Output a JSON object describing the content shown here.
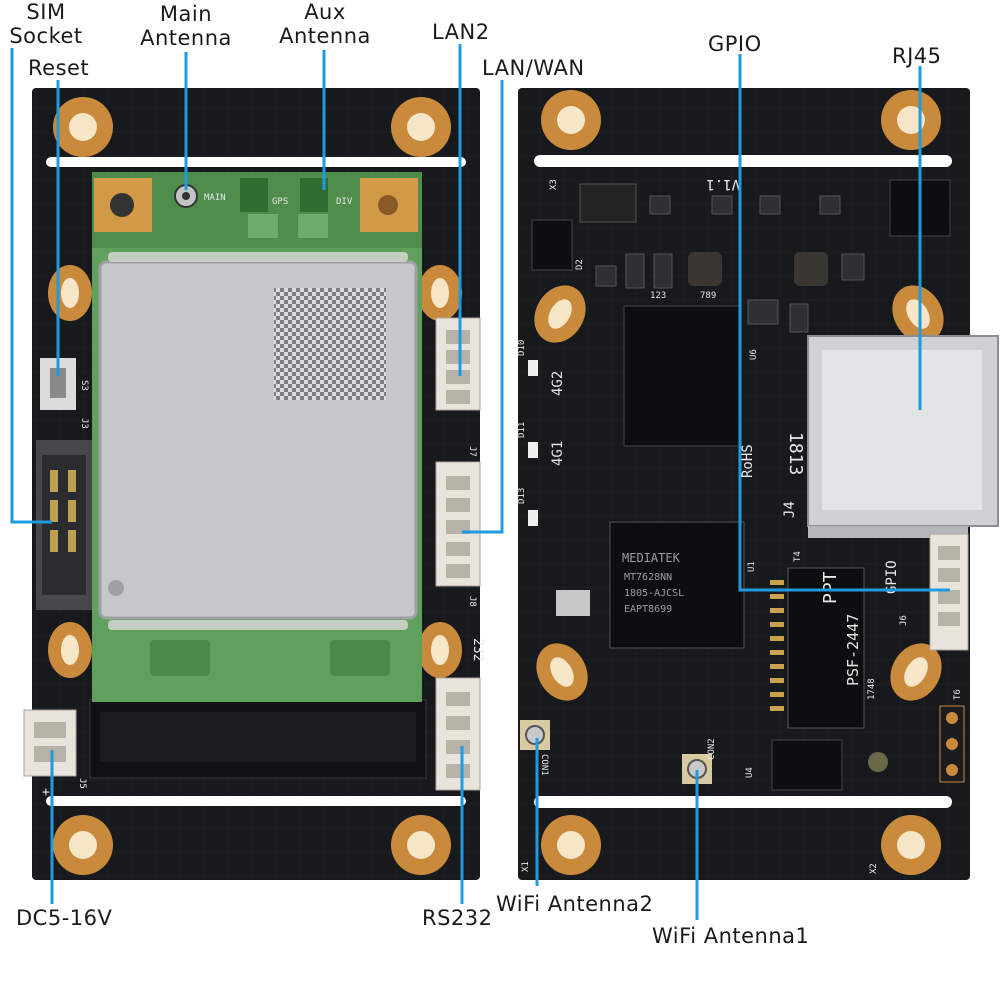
{
  "labels": {
    "sim_socket": [
      "SIM",
      "Socket"
    ],
    "reset": "Reset",
    "main_antenna": [
      "Main",
      "Antenna"
    ],
    "aux_antenna": [
      "Aux",
      "Antenna"
    ],
    "lan2": "LAN2",
    "lan_wan": "LAN/WAN",
    "gpio": "GPIO",
    "rj45": "RJ45",
    "dc_power": "DC5-16V",
    "rs232": "RS232",
    "wifi_antenna2": "WiFi Antenna2",
    "wifi_antenna1": "WiFi Antenna1"
  },
  "silkscreen": {
    "main": "MAIN",
    "gps": "GPS",
    "div": "DIV",
    "s3": "S3",
    "j3": "J3",
    "j5": "J5",
    "j7": "J7",
    "j8": "J8",
    "n232": "232",
    "d10": "D10",
    "d11": "D11",
    "d13": "D13",
    "led_4g2": "4G2",
    "led_4g1": "4G1",
    "version": "V1.1",
    "date_code": "1813",
    "rohs": "RoHS",
    "j4": "J4",
    "u1": "U1",
    "u6": "U6",
    "t4": "T4",
    "t6": "T6",
    "j6": "J6",
    "gpio_silk": "GPIO",
    "chip_brand": "MEDIATEK",
    "chip_model": "MT7628NN",
    "chip_lot": "1805-AJCSL",
    "chip_code": "EAPT8699",
    "xfmr_brand": "PPT",
    "xfmr_model": "PSF-2447",
    "xfmr_code": "1748",
    "con1": "CON1",
    "con2": "CON2",
    "x1": "X1",
    "x2": "X2",
    "x3": "X3",
    "d2": "D2",
    "u4": "U4",
    "n123": "123",
    "n789": "789",
    "plus": "+"
  },
  "colors": {
    "pcb": "#17191c",
    "pcb_dark": "#0d0e10",
    "pad_gold": "#c98a3c",
    "pad_hole": "#f5e6c8",
    "module_green": "#5fa05c",
    "shield": "#c6c7ca",
    "leader_blue": "#1e9be0",
    "silk": "#e8e8e8",
    "rj45_metal": "#cfd2d4"
  }
}
